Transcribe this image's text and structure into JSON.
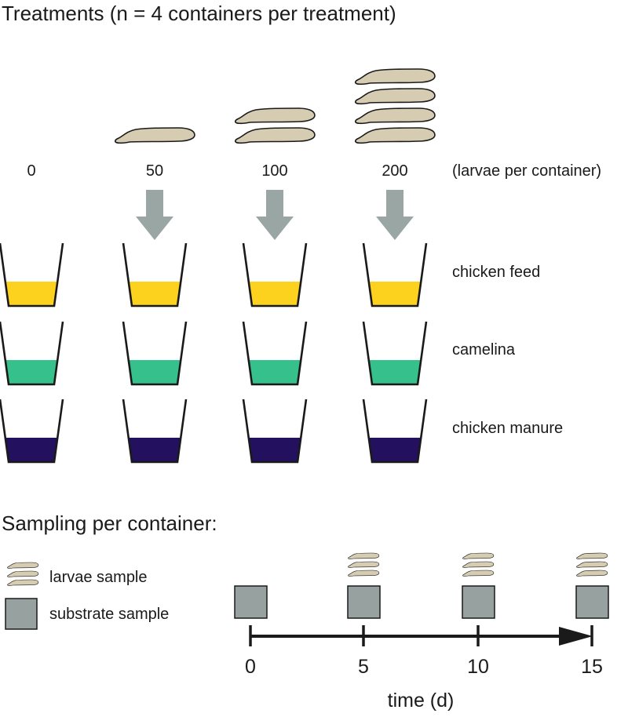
{
  "treatments": {
    "title": "Treatments (n = 4 containers per treatment)",
    "unit_label": "(larvae per container)",
    "columns": [
      {
        "count": "0",
        "larvae_icons": 0,
        "arrow": false
      },
      {
        "count": "50",
        "larvae_icons": 1,
        "arrow": true
      },
      {
        "count": "100",
        "larvae_icons": 2,
        "arrow": true
      },
      {
        "count": "200",
        "larvae_icons": 4,
        "arrow": true
      }
    ],
    "substrates": [
      {
        "label": "chicken feed",
        "color": "#fdd21f"
      },
      {
        "label": "camelina",
        "color": "#35c08c"
      },
      {
        "label": "chicken manure",
        "color": "#23105f"
      }
    ]
  },
  "sampling": {
    "title": "Sampling per container:",
    "legend": {
      "larvae_label": "larvae sample",
      "substrate_label": "substrate sample"
    },
    "timeline": {
      "axis_label": "time (d)",
      "points": [
        {
          "day": "0",
          "larvae": false,
          "substrate": true
        },
        {
          "day": "5",
          "larvae": true,
          "substrate": true
        },
        {
          "day": "10",
          "larvae": true,
          "substrate": true
        },
        {
          "day": "15",
          "larvae": true,
          "substrate": true
        }
      ]
    }
  },
  "colors": {
    "larva_fill": "#d6ccb2",
    "arrow_fill": "#9aa6a4",
    "substrate_box_fill": "#97a2a0",
    "stroke": "#1a1a1a"
  }
}
